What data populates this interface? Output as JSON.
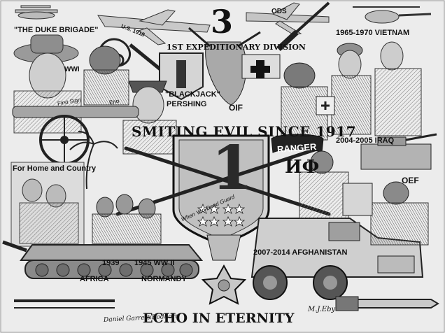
{
  "artwork": {
    "top_labels": {
      "duke_brigade": "\"THE DUKE BRIGADE\"",
      "plane_number": "U.S. 1918",
      "division_numeral": "3",
      "ods": "ODS",
      "vietnam": "1965-1970 VIETNAM"
    },
    "upper_labels": {
      "expeditionary": "1ST EXPEDITIONARY DIVISION",
      "wwi": "WWI",
      "blackjack": "\"BLACKJACK\"",
      "pershing": "PERSHING",
      "oif": "OIF"
    },
    "middle_labels": {
      "motto": "SMITING EVIL SINCE 1917",
      "ranger_tab": "RANGER",
      "iraq": "2004-2005 IRAQ",
      "home_country": "For Home and Country",
      "greek_letters": "ИФ",
      "oef": "OEF",
      "first_sign": "First Sign",
      "eno_sign": "Eno",
      "sogood": "When Yon Dead Guard"
    },
    "emblem": {
      "numeral": "1"
    },
    "lower_labels": {
      "afghanistan": "2007-2014 AFGHANISTAN",
      "year_1939": "1939",
      "year_1945_ww2": "1945 WW II",
      "africa": "AFRICA",
      "normandy": "NORMANDY",
      "title": "ECHO IN ETERNITY",
      "artist_signature": "Daniel Garrett Bodhorn",
      "second_signature": "M.J.Eby"
    }
  },
  "colors": {
    "ink": "#111111",
    "paper": "#e9e9e9",
    "shadow": "#8c8c8c"
  }
}
